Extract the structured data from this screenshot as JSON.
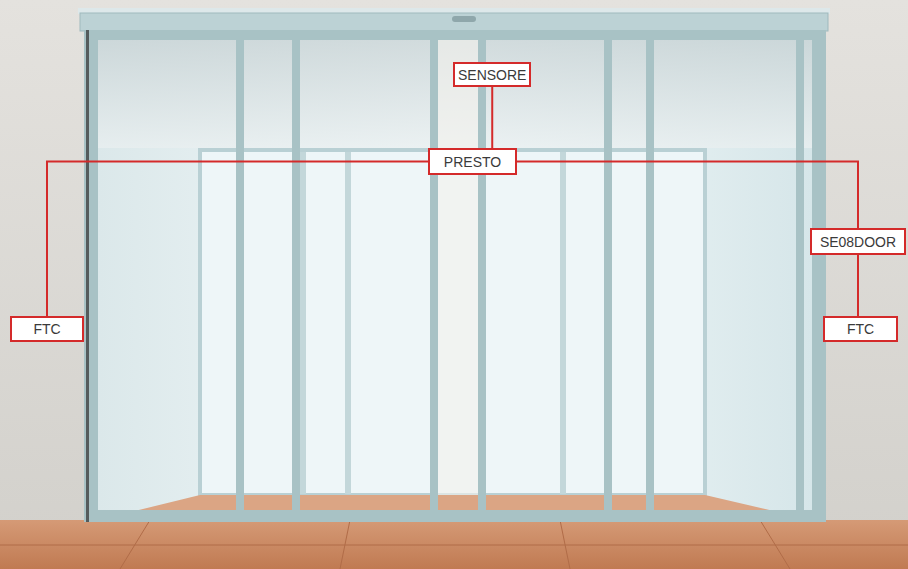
{
  "diagram": {
    "nodes": [
      {
        "text": [
          "SENSORE"
        ]
      },
      {
        "text": [
          "PRESTO"
        ]
      },
      {
        "text": [
          "SE08DOOR"
        ]
      },
      {
        "text": [
          "FTC"
        ]
      },
      {
        "text": [
          "FTC"
        ]
      }
    ],
    "edges": [
      {
        "from": 0,
        "to": 1,
        "arrow": "none"
      },
      {
        "from": 1,
        "to": 3,
        "arrow": "none"
      },
      {
        "from": 1,
        "to": 2,
        "arrow": "none"
      },
      {
        "from": 2,
        "to": 4,
        "arrow": "none"
      }
    ]
  }
}
